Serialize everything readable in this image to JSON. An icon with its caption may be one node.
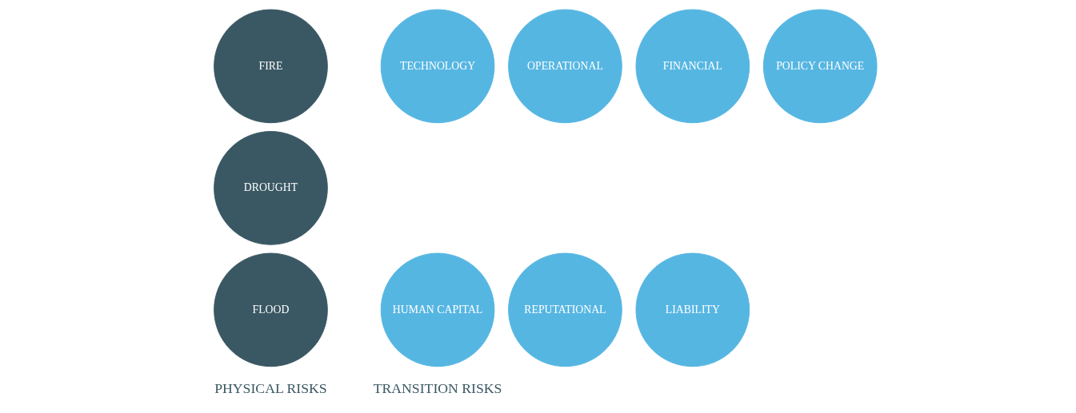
{
  "diagram": {
    "nodes": [
      {
        "text": [
          "FIRE"
        ]
      },
      {
        "text": [
          "DROUGHT"
        ]
      },
      {
        "text": [
          "FLOOD"
        ]
      },
      {
        "text": [
          "TECHNOLOGY"
        ]
      },
      {
        "text": [
          "OPERATIONAL"
        ]
      },
      {
        "text": [
          "FINANCIAL"
        ]
      },
      {
        "text": [
          "POLICY CHANGE"
        ]
      },
      {
        "text": [
          "HUMAN CAPITAL"
        ]
      },
      {
        "text": [
          "REPUTATIONAL"
        ]
      },
      {
        "text": [
          "LIABILITY"
        ]
      }
    ],
    "labels": [
      "PHYSICAL RISKS",
      "TRANSITION RISKS"
    ]
  }
}
